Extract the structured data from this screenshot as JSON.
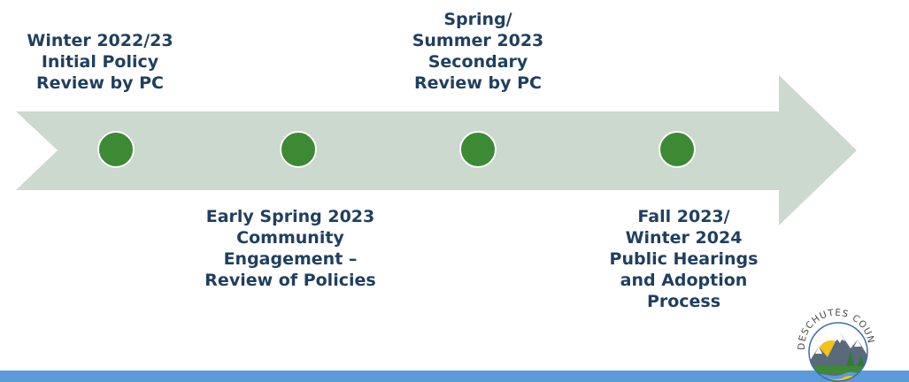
{
  "colors": {
    "arrow": "#ccd9ce",
    "milestone_dot": "#3d8a35",
    "label_text": "#1f3f5f",
    "footer_bar": "#5b9bdc"
  },
  "milestones": [
    {
      "lines": [
        "Winter 2022/23",
        "Initial Policy",
        "Review by PC"
      ]
    },
    {
      "lines": [
        "Early Spring 2023",
        "Community",
        "Engagement –",
        "Review of Policies"
      ]
    },
    {
      "lines": [
        "Spring/",
        "Summer 2023",
        "Secondary",
        "Review by PC"
      ]
    },
    {
      "lines": [
        "Fall 2023/",
        "Winter 2024",
        "Public Hearings",
        "and Adoption",
        "Process"
      ]
    }
  ],
  "logo": {
    "text": "DESCHUTES COUNTY",
    "icon": "deschutes-county-logo-icon"
  }
}
